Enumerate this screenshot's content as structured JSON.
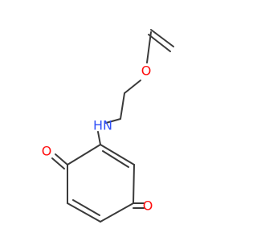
{
  "molecule": {
    "atoms": {
      "ether_oxygen": {
        "symbol": "O",
        "color": "#ff0d0d"
      },
      "amine_nitrogen": {
        "symbol": "N",
        "color": "#3050f8"
      },
      "amine_hydrogen": {
        "symbol": "H",
        "color": "#3050f8"
      },
      "carbonyl_oxygen_top": {
        "symbol": "O",
        "color": "#ff0d0d"
      },
      "carbonyl_oxygen_bottom": {
        "symbol": "O",
        "color": "#ff0d0d"
      }
    },
    "bond_color": "#3a3a3a"
  }
}
